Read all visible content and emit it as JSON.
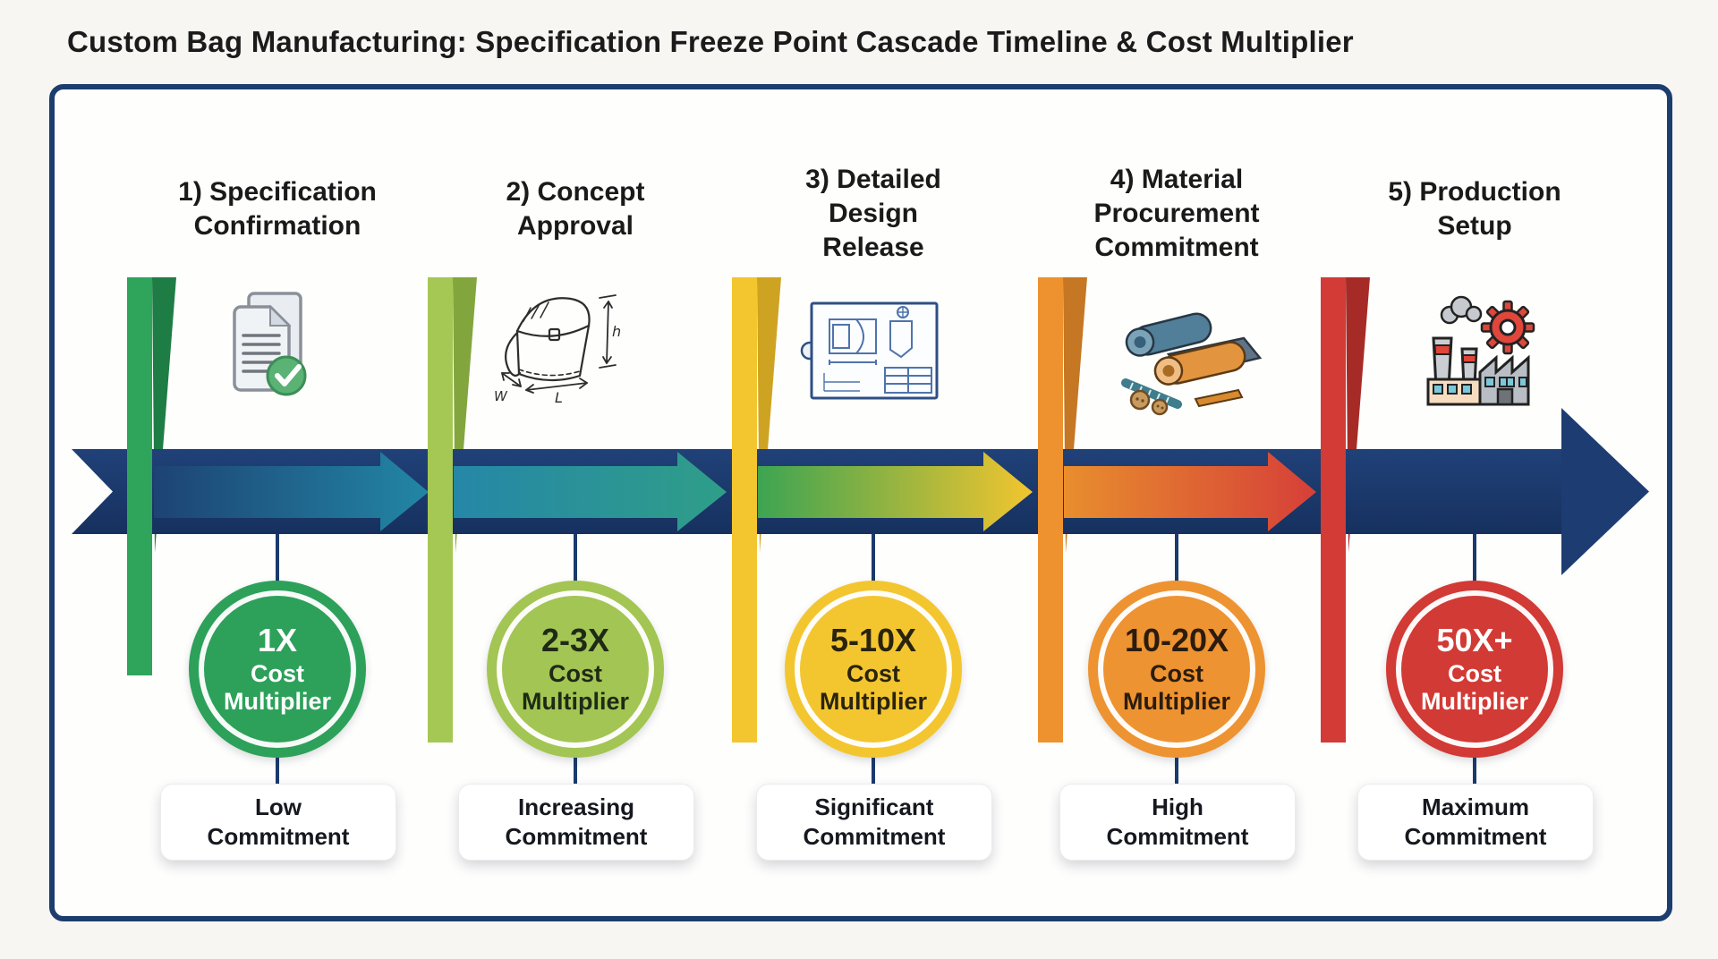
{
  "title": "Custom Bag Manufacturing: Specification Freeze Point Cascade Timeline & Cost Multiplier",
  "panel": {
    "border_color": "#1c3d6e",
    "background": "#fefefd"
  },
  "timeline": {
    "direction": "left-to-right",
    "band_color": "#1b3a6e",
    "band_gradient": [
      "#204178",
      "#16315f"
    ],
    "arrowhead_color": "#1d3d72",
    "segments": [
      {
        "from_stage": 1,
        "to_stage": 2,
        "gradient": [
          "#1d4374",
          "#2286a5"
        ]
      },
      {
        "from_stage": 2,
        "to_stage": 3,
        "gradient": [
          "#2587a7",
          "#2f9e88"
        ]
      },
      {
        "from_stage": 3,
        "to_stage": 4,
        "gradient": [
          "#3da452",
          "#f2c52f"
        ]
      },
      {
        "from_stage": 4,
        "to_stage": 5,
        "gradient": [
          "#e88e2e",
          "#d63f38"
        ]
      }
    ]
  },
  "stages": [
    {
      "header": "1) Specification\nConfirmation",
      "icon": "document-check-icon",
      "freeze_bar_color": "#2fa45b",
      "freeze_bar_shadow": "#1e7d45",
      "multiplier": "1X",
      "multiplier_label": "Cost\nMultiplier",
      "circle_color": "#2da15a",
      "circle_text_color": "#ffffff",
      "commitment": "Low\nCommitment"
    },
    {
      "header": "2) Concept\nApproval",
      "icon": "bag-sketch-icon",
      "freeze_bar_color": "#a5c754",
      "freeze_bar_shadow": "#82a63d",
      "multiplier": "2-3X",
      "multiplier_label": "Cost\nMultiplier",
      "circle_color": "#a3c553",
      "circle_text_color": "#1f2a16",
      "commitment": "Increasing\nCommitment"
    },
    {
      "header": "3) Detailed\nDesign\nRelease",
      "icon": "blueprint-icon",
      "freeze_bar_color": "#f3c62f",
      "freeze_bar_shadow": "#cfa322",
      "multiplier": "5-10X",
      "multiplier_label": "Cost\nMultiplier",
      "circle_color": "#f3c630",
      "circle_text_color": "#2a230d",
      "commitment": "Significant\nCommitment"
    },
    {
      "header": "4) Material\nProcurement\nCommitment",
      "icon": "materials-icon",
      "freeze_bar_color": "#ee9230",
      "freeze_bar_shadow": "#c67723",
      "multiplier": "10-20X",
      "multiplier_label": "Cost\nMultiplier",
      "circle_color": "#ee9331",
      "circle_text_color": "#2b1c0d",
      "commitment": "High\nCommitment"
    },
    {
      "header": "5) Production\nSetup",
      "icon": "factory-gear-icon",
      "freeze_bar_color": "#d23b36",
      "freeze_bar_shadow": "#a62b27",
      "multiplier": "50X+",
      "multiplier_label": "Cost\nMultiplier",
      "circle_color": "#d23a35",
      "circle_text_color": "#ffffff",
      "commitment": "Maximum\nCommitment"
    }
  ],
  "bag_icon_annotations": {
    "height": "h",
    "length": "L",
    "width": "W"
  }
}
